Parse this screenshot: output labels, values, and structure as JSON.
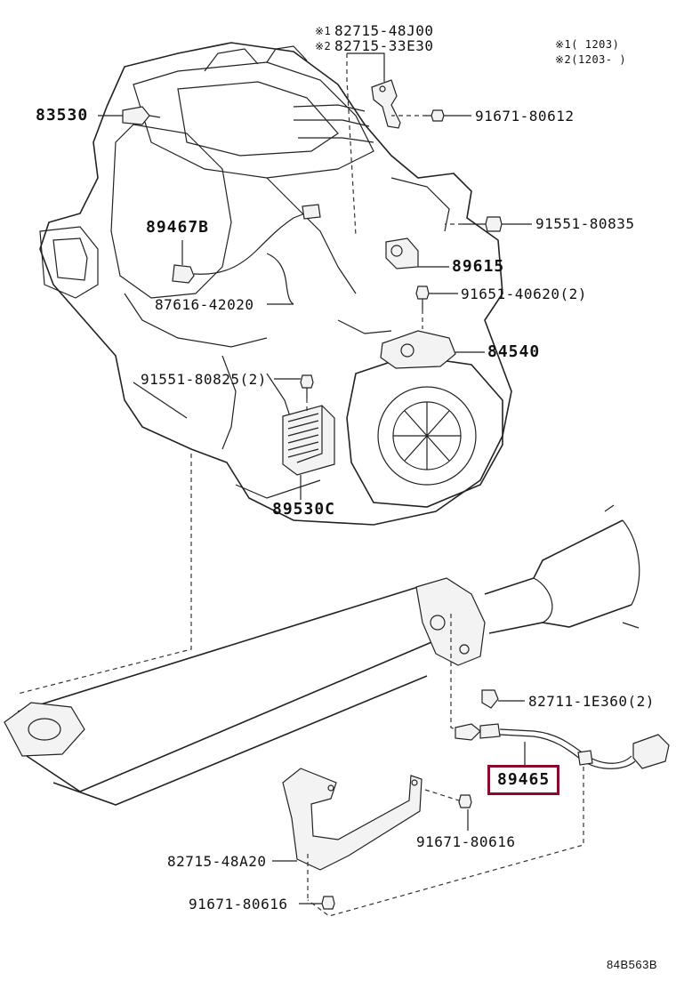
{
  "parts": {
    "p_82715_48J00": "82715-48J00",
    "p_82715_33E30": "82715-33E30",
    "mark1": "※1",
    "mark2": "※2",
    "p_91671_80612": "91671-80612",
    "p_83530": "83530",
    "p_89467B": "89467B",
    "p_91551_80835": "91551-80835",
    "p_89615": "89615",
    "p_87616_42020": "87616-42020",
    "p_91651_40620": "91651-40620(2)",
    "p_84540": "84540",
    "p_91551_80825": "91551-80825(2)",
    "p_89530C": "89530C",
    "p_82711_1E360": "82711-1E360(2)",
    "p_89465": "89465",
    "p_91671_80616_a": "91671-80616",
    "p_82715_48A20": "82715-48A20",
    "p_91671_80616_b": "91671-80616"
  },
  "legend": {
    "line1": "※1(     1203)",
    "line2": "※2(1203-    )"
  },
  "footer": {
    "code": "84B563B"
  },
  "colors": {
    "highlight": "#8a0a2e",
    "ink": "#222222"
  }
}
